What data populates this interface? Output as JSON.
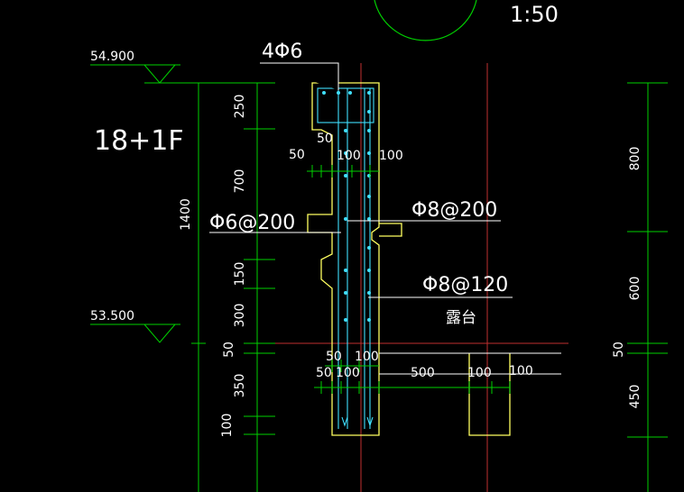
{
  "drawing": {
    "scale": "1:50",
    "floor_label": "18+1F",
    "elevations": {
      "top": "54.900",
      "bottom": "53.500"
    },
    "rebar": {
      "top_bars": "4Φ6",
      "stirrups_left": "Φ6@200",
      "bars_right": "Φ8@200",
      "bars_lower": "Φ8@120"
    },
    "room_label": "露台",
    "left_dims": {
      "overall": "1400",
      "segments": [
        "250",
        "700",
        "150",
        "300",
        "50",
        "350",
        "100"
      ]
    },
    "right_dims": [
      "800",
      "600",
      "50",
      "450"
    ],
    "horizontal_dims": {
      "upper": [
        "50",
        "50",
        "100"
      ],
      "lower_a": [
        "50",
        "100"
      ],
      "lower_b": [
        "50",
        "100",
        "500",
        "100",
        "100"
      ]
    },
    "colors": {
      "background": "#000000",
      "text": "#ffffff",
      "dimension": "#00d000",
      "outline": "#ffff60",
      "rebar": "#40e0ff",
      "axis": "#c03030",
      "leader": "#ffffff"
    }
  }
}
